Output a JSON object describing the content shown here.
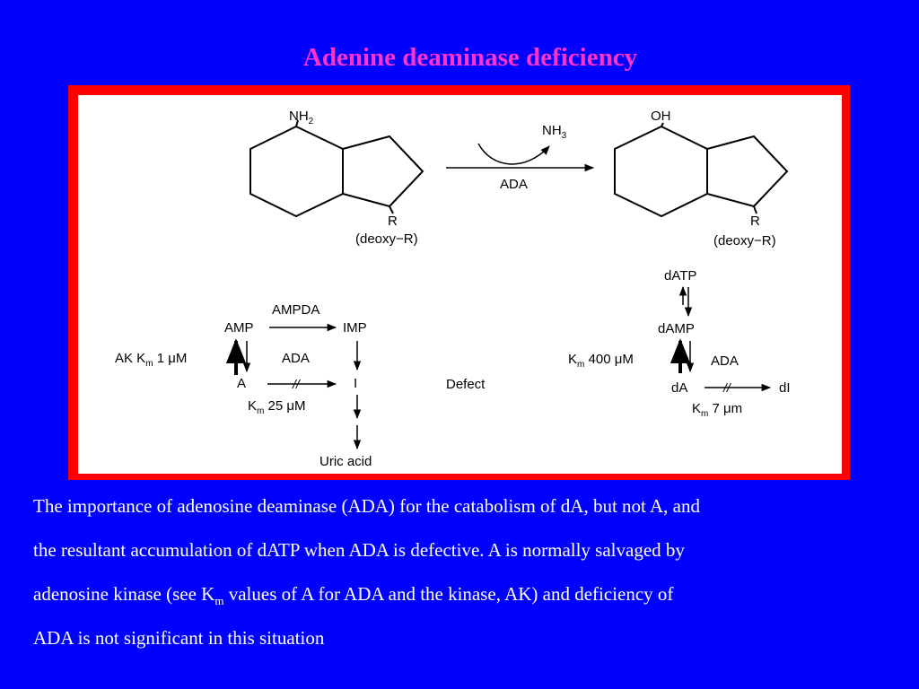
{
  "slide": {
    "title": "Adenine deaminase deficiency",
    "background_color": "#0000ff",
    "title_color": "#ff33cc",
    "frame_color": "#ff0000"
  },
  "diagram": {
    "substrate_group": "NH2",
    "substrate_group_base": "NH",
    "substrate_group_sub": "2",
    "substrate_r": "R",
    "substrate_sugar": "(deoxy−R)",
    "byproduct": "NH3",
    "byproduct_base": "NH",
    "byproduct_sub": "3",
    "enzyme_top": "ADA",
    "product_group": "OH",
    "product_r": "R",
    "product_sugar": "(deoxy−R)",
    "left_pathway": {
      "ampda": "AMPDA",
      "amp": "AMP",
      "imp": "IMP",
      "ak_km_label": "AK  K",
      "ak_km_sub": "m",
      "ak_km_value": " 1 μM",
      "ada": "ADA",
      "a": "A",
      "i": "I",
      "blocked_mark": "//",
      "ada_km_label": "K",
      "ada_km_sub": "m",
      "ada_km_value": "  25 μM",
      "uric_acid": "Uric acid"
    },
    "defect_label": "Defect",
    "right_pathway": {
      "datp": "dATP",
      "damp": "dAMP",
      "km_label": "K",
      "km_sub": "m",
      "km_value": "  400 μM",
      "ada": "ADA",
      "da": "dA",
      "blocked_mark": "//",
      "di": "dI",
      "km2_label": "K",
      "km2_sub": "m",
      "km2_value": " 7 μm"
    }
  },
  "caption": {
    "line1": "The importance of adenosine deaminase (ADA) for the catabolism of dA, but not A, and",
    "line2": "the resultant accumulation of dATP when ADA is defective. A is normally salvaged by",
    "line3_pre": "adenosine kinase (see K",
    "line3_sub": "m",
    "line3_post": " values of A for ADA and the kinase, AK) and deficiency of",
    "line4": "ADA is not significant in this situation"
  }
}
